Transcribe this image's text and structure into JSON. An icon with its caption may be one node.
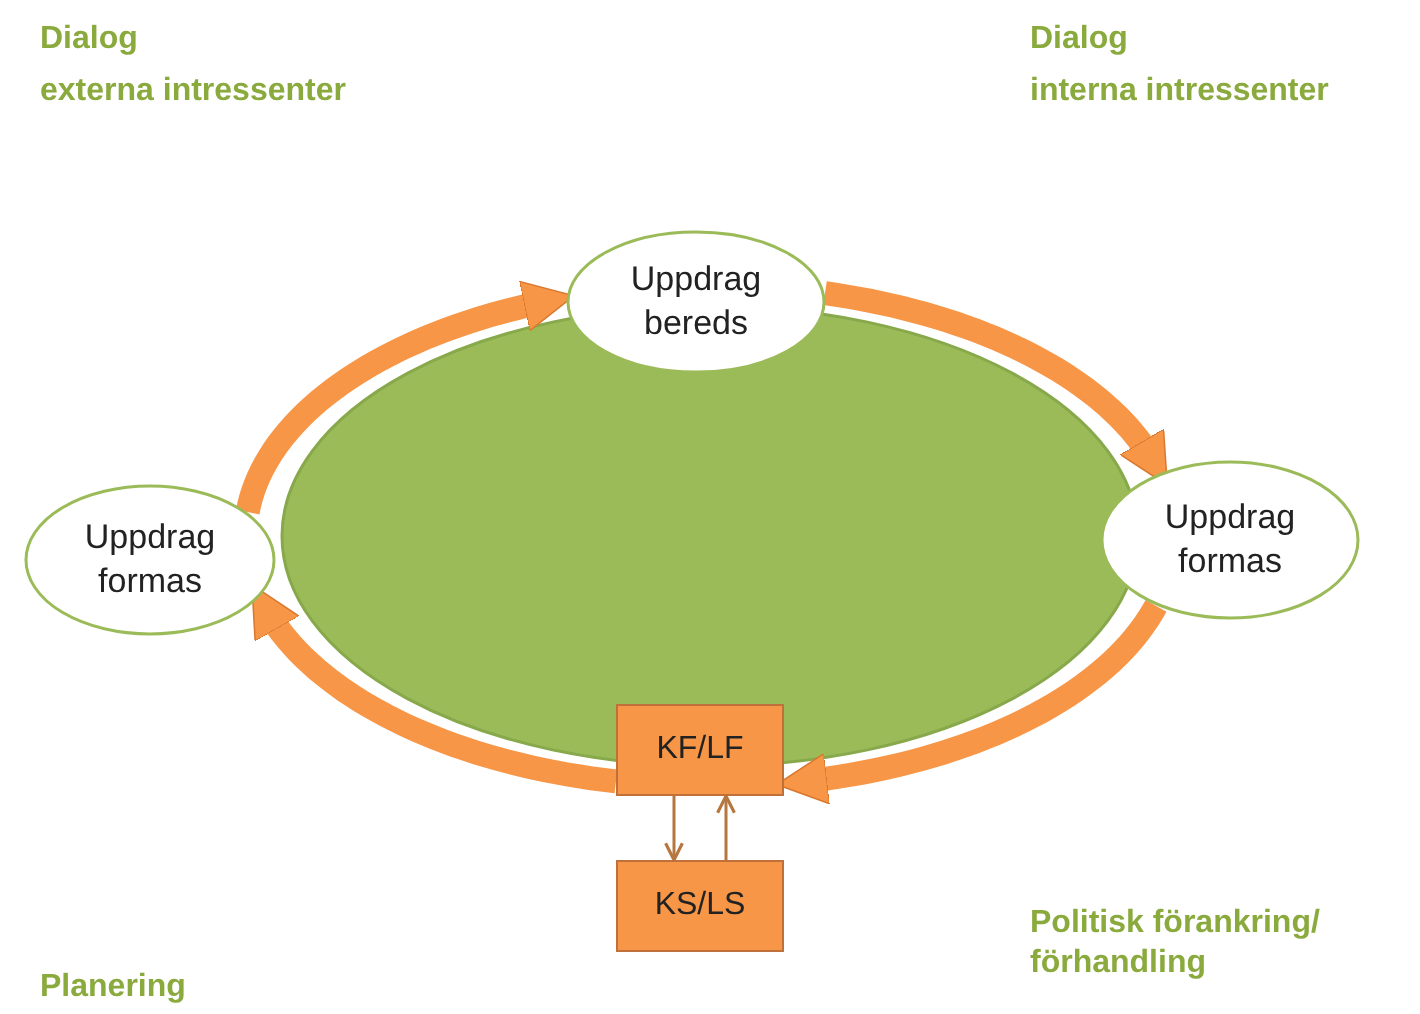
{
  "diagram": {
    "nodes": [
      {
        "text": [],
        "shape": "ellipse"
      },
      {
        "text": [
          "Uppdrag bereds"
        ]
      },
      {
        "text": [
          "Uppdrag formas"
        ]
      },
      {
        "text": [
          "Uppdrag formas"
        ]
      },
      {
        "text": [
          "KF/LF"
        ]
      },
      {
        "text": [
          "KS/LS"
        ]
      }
    ],
    "edges": [
      {
        "from": 2,
        "to": 1,
        "arrow": "to"
      },
      {
        "from": 1,
        "to": 3,
        "arrow": "to"
      },
      {
        "from": 3,
        "to": 4,
        "arrow": "to"
      },
      {
        "from": 4,
        "to": 2,
        "arrow": "to"
      },
      {
        "from": 4,
        "to": 5,
        "arrow": "to",
        "color": "#b5773f"
      },
      {
        "from": 5,
        "to": 4,
        "arrow": "to",
        "color": "#b5773f"
      }
    ],
    "labels": [
      "Dialog",
      "externa intressenter",
      "Dialog",
      "interna intressenter",
      "Politisk förankring/ förhandling",
      "Planering"
    ]
  }
}
